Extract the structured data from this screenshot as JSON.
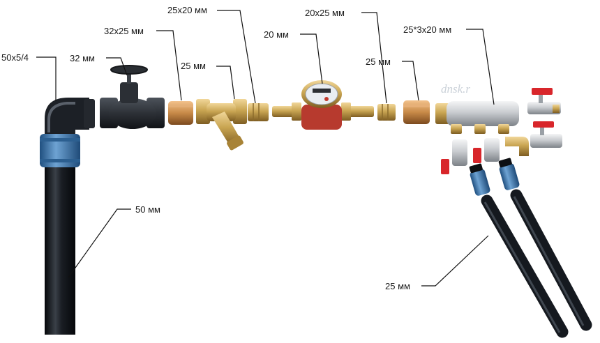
{
  "labels": {
    "adapter_50x5_4": "50x5/4",
    "valve_32": "32 мм",
    "adapter_32x25": "32x25 мм",
    "adapter_25x20": "25x20 мм",
    "filter_25": "25 мм",
    "meter_20": "20 мм",
    "adapter_20x25": "20x25 мм",
    "fitting_25": "25 мм",
    "manifold_25x3x20": "25*3x20 мм",
    "pipe_50": "50 мм",
    "pipes_25": "25 мм"
  },
  "watermark": "dnsk.r",
  "colors": {
    "pipe_black": "#15191f",
    "coupling_blue": "#3f79ac",
    "cast_iron": "#2c3036",
    "brass": "#c9a552",
    "bronze": "#c88a48",
    "chrome": "#c9ccd0",
    "valve_red": "#d8262b",
    "meter_red": "#b73a2e"
  }
}
